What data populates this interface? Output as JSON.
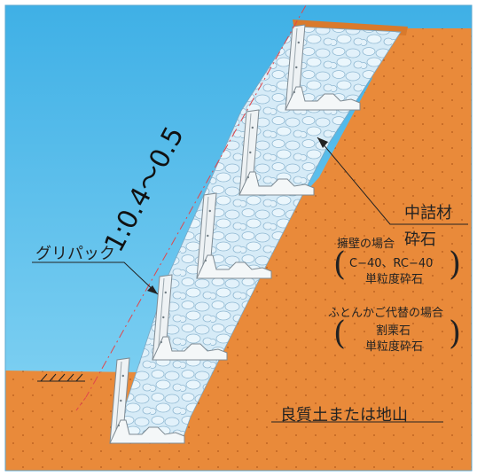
{
  "diagram": {
    "slope_label": "1:0.4～0.5",
    "gripack_label": "グリパック",
    "infill_label_line1": "中詰材",
    "infill_label_line2": "砕石",
    "retaining_case_title": "擁壁の場合",
    "retaining_case_material_1": "C−40、RC−40",
    "retaining_case_material_2": "単粒度砕石",
    "futonkago_case_title": "ふとんかご代替の場合",
    "futonkago_case_material_1": "割栗石",
    "futonkago_case_material_2": "単粒度砕石",
    "foundation_label": "良質土または地山"
  },
  "colors": {
    "sky": "#5fc3ec",
    "soil": "#e98a3a",
    "soil_dots": "#b3591a",
    "infill": "#cfe6f5",
    "block": "#eef2f4",
    "slope_line": "#e0464b"
  },
  "icons": {
    "ground_symbol": "hatched-ground-icon"
  }
}
